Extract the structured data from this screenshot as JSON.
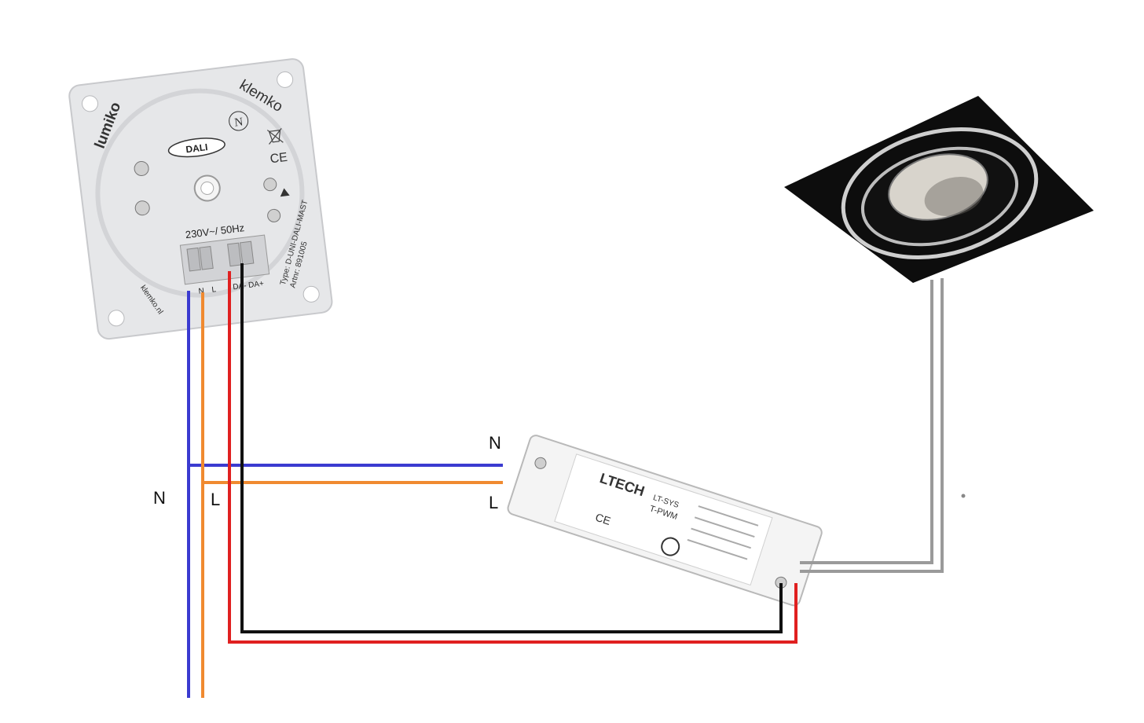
{
  "dimmer": {
    "brand_left": "lumiko",
    "brand_right": "klemko",
    "protocol": "DALI",
    "rating": "230V~/ 50Hz",
    "type_line": "Type: D-UNI-DALI-MAST",
    "art_line": "Artnr: 891005",
    "website": "klemko.nl",
    "terminal_n": "N",
    "terminal_l": "L",
    "terminal_da_minus": "DA-",
    "terminal_da_plus": "DA+",
    "mark_n": "N",
    "mark_ce": "CE"
  },
  "driver": {
    "brand": "LTECH",
    "model": "LT-SYS",
    "mode": "T-PWM",
    "ce": "CE"
  },
  "labels": {
    "supply_n": "N",
    "supply_l": "L",
    "driver_n": "N",
    "driver_l": "L"
  },
  "wire_colors": {
    "neutral": "#3b3bd0",
    "live": "#f08a30",
    "dali_minus": "#111111",
    "dali_plus": "#e02020",
    "lamp": "#9a9a9a"
  }
}
